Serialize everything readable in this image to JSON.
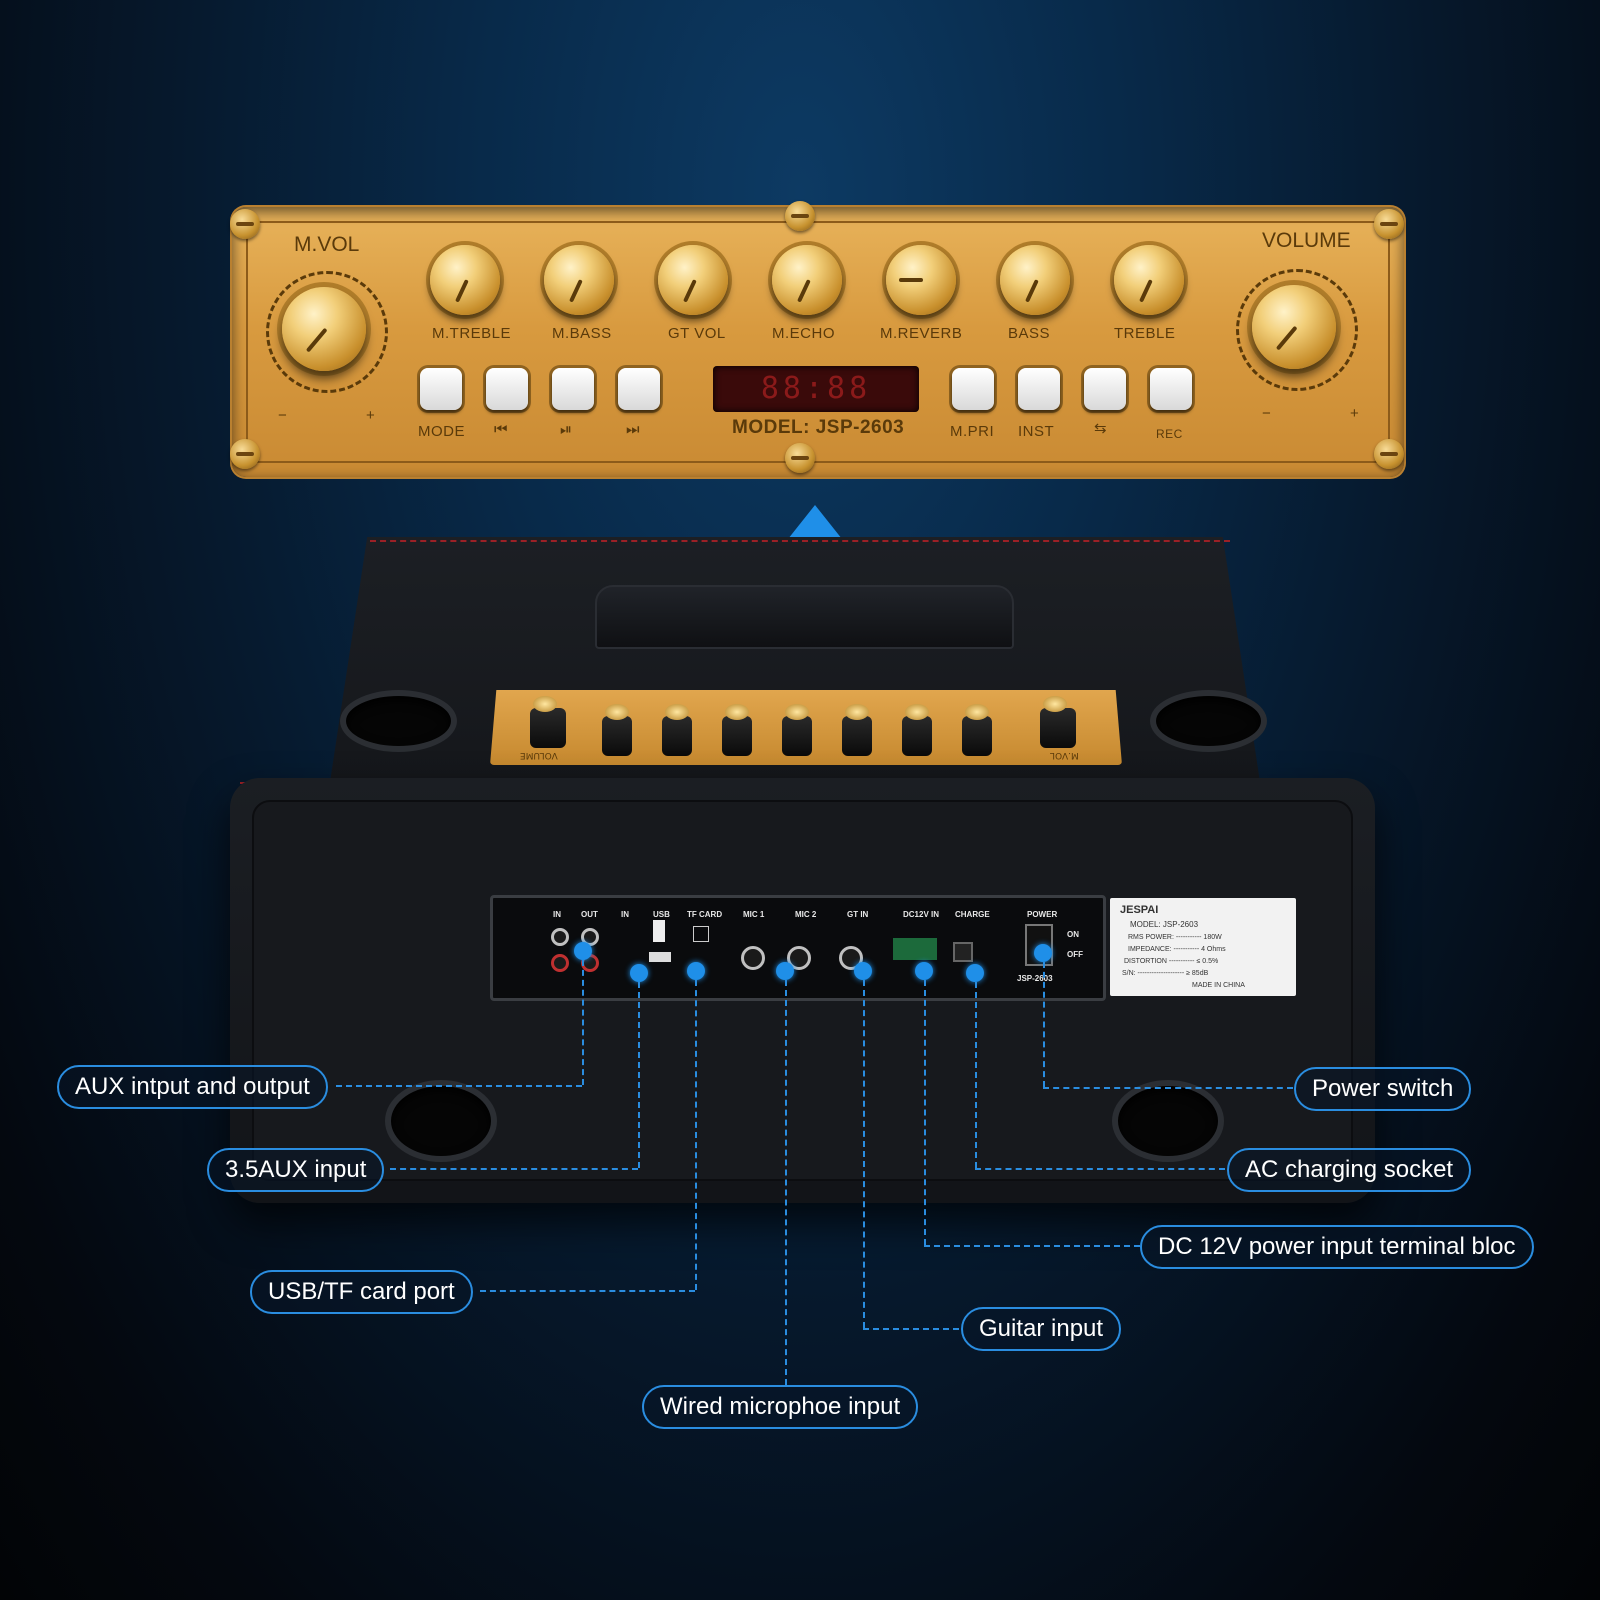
{
  "control_panel": {
    "m_vol": "M.VOL",
    "volume": "VOLUME",
    "knobs": [
      "M.TREBLE",
      "M.BASS",
      "GT VOL",
      "M.ECHO",
      "M.REVERB",
      "BASS",
      "TREBLE"
    ],
    "minus": "−",
    "plus": "+",
    "buttons_left": [
      "MODE",
      "⏮",
      "⏯",
      "⏭"
    ],
    "buttons_right": [
      "M.PRI",
      "INST",
      "⇆",
      "REC"
    ],
    "display": "88:88",
    "model": "MODEL: JSP-2603"
  },
  "mini_panel": {
    "volume": "VOLUME",
    "m_vol": "M.VOL"
  },
  "io_panel": {
    "labels": [
      "IN",
      "OUT",
      "IN",
      "USB",
      "TF CARD",
      "MIC 1",
      "MIC 2",
      "GT IN",
      "DC12V IN",
      "CHARGE",
      "POWER"
    ],
    "on": "ON",
    "off": "OFF",
    "model": "JSP-2603"
  },
  "label_plate": {
    "brand": "JESPAI",
    "model": "MODEL:  JSP-2603",
    "lines": [
      "RMS POWER: ----------- 180W",
      "IMPEDANCE: ----------- 4 Ohms",
      "DISTORTION ----------- ≤ 0.5%",
      "S/N: -------------------- ≥ 85dB"
    ],
    "made_in": "MADE IN CHINA"
  },
  "callouts": {
    "aux": "AUX intput and output",
    "aux35": "3.5AUX input",
    "usb_tf": "USB/TF card port",
    "mic": "Wired microphoe input",
    "guitar": "Guitar input",
    "dc12v": "DC 12V power input terminal bloc",
    "ac": "AC charging socket",
    "power": "Power switch"
  },
  "colors": {
    "accent": "#1f8fe8",
    "gold": "#d89a3f",
    "stitch": "#9b2026"
  }
}
